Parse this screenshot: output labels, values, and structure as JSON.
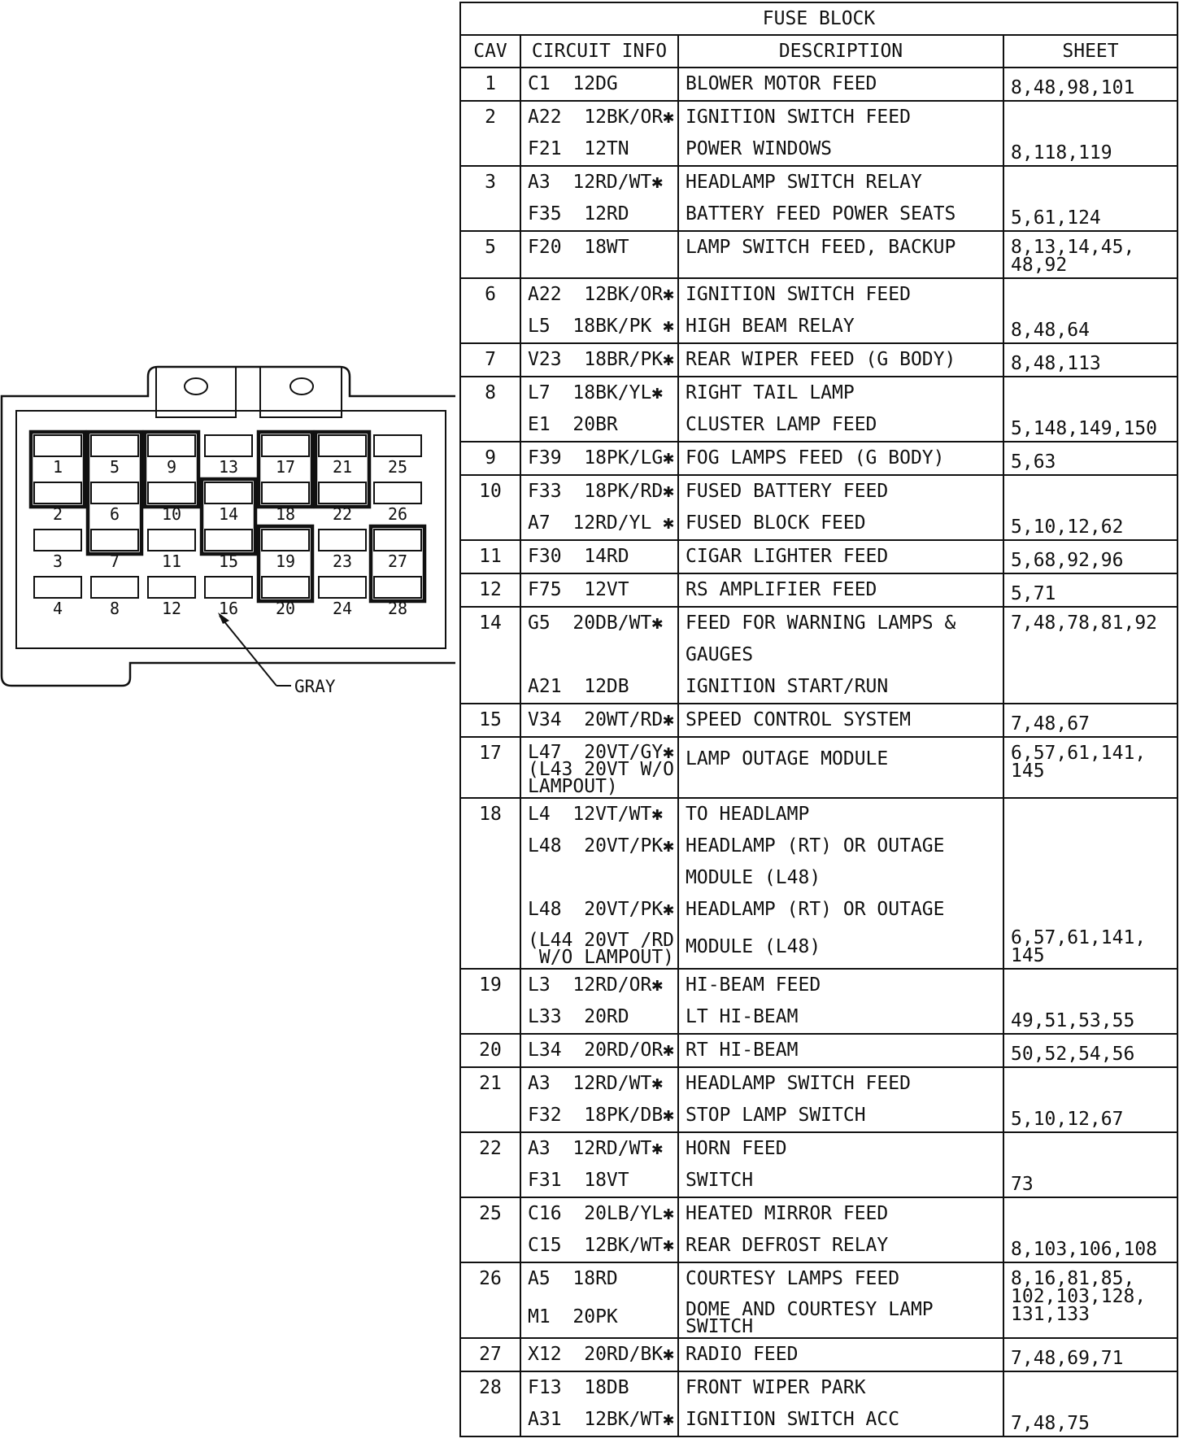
{
  "diagram": {
    "cavity_numbers": [
      "1",
      "2",
      "3",
      "4",
      "5",
      "6",
      "7",
      "8",
      "9",
      "10",
      "11",
      "12",
      "13",
      "14",
      "15",
      "16",
      "17",
      "18",
      "19",
      "20",
      "21",
      "22",
      "23",
      "24",
      "25",
      "26",
      "27",
      "28"
    ],
    "color_label": "GRAY"
  },
  "table": {
    "title": "FUSE BLOCK",
    "headers": {
      "cav": "CAV",
      "circuit": "CIRCUIT INFO",
      "description": "DESCRIPTION",
      "sheet": "SHEET"
    },
    "rows": [
      {
        "cav": "1",
        "lines": [
          {
            "circuit": "C1  12DG",
            "desc": "BLOWER MOTOR FEED"
          }
        ],
        "sheet": "8,48,98,101"
      },
      {
        "cav": "2",
        "lines": [
          {
            "circuit": "A22  12BK/OR✱",
            "desc": "IGNITION SWITCH FEED"
          },
          {
            "circuit": "F21  12TN",
            "desc": "POWER WINDOWS"
          }
        ],
        "sheet": "8,118,119"
      },
      {
        "cav": "3",
        "lines": [
          {
            "circuit": "A3  12RD/WT✱",
            "desc": "HEADLAMP SWITCH RELAY"
          },
          {
            "circuit": "F35  12RD",
            "desc": "BATTERY FEED POWER SEATS"
          }
        ],
        "sheet": "5,61,124"
      },
      {
        "cav": "5",
        "lines": [
          {
            "circuit": "F20  18WT",
            "desc": "LAMP SWITCH FEED, BACKUP"
          }
        ],
        "sheet": "8,13,14,45,\n48,92"
      },
      {
        "cav": "6",
        "lines": [
          {
            "circuit": "A22  12BK/OR✱",
            "desc": "IGNITION SWITCH FEED"
          },
          {
            "circuit": "L5  18BK/PK ✱",
            "desc": "HIGH BEAM RELAY"
          }
        ],
        "sheet": "8,48,64"
      },
      {
        "cav": "7",
        "lines": [
          {
            "circuit": "V23  18BR/PK✱",
            "desc": "REAR WIPER FEED (G BODY)"
          }
        ],
        "sheet": "8,48,113"
      },
      {
        "cav": "8",
        "lines": [
          {
            "circuit": "L7  18BK/YL✱",
            "desc": "RIGHT TAIL LAMP"
          },
          {
            "circuit": "E1  20BR",
            "desc": "CLUSTER LAMP FEED"
          }
        ],
        "sheet": "5,148,149,150"
      },
      {
        "cav": "9",
        "lines": [
          {
            "circuit": "F39  18PK/LG✱",
            "desc": "FOG LAMPS FEED (G BODY)"
          }
        ],
        "sheet": "5,63"
      },
      {
        "cav": "10",
        "lines": [
          {
            "circuit": "F33  18PK/RD✱",
            "desc": "FUSED BATTERY FEED"
          },
          {
            "circuit": "A7  12RD/YL ✱",
            "desc": "FUSED BLOCK FEED"
          }
        ],
        "sheet": "5,10,12,62"
      },
      {
        "cav": "11",
        "lines": [
          {
            "circuit": "F30  14RD",
            "desc": "CIGAR LIGHTER FEED"
          }
        ],
        "sheet": "5,68,92,96"
      },
      {
        "cav": "12",
        "lines": [
          {
            "circuit": "F75  12VT",
            "desc": "RS AMPLIFIER FEED"
          }
        ],
        "sheet": "5,71"
      },
      {
        "cav": "14",
        "lines": [
          {
            "circuit": "G5  20DB/WT✱",
            "desc": "FEED FOR WARNING LAMPS &"
          },
          {
            "circuit": "",
            "desc": "GAUGES"
          },
          {
            "circuit": "A21  12DB",
            "desc": "IGNITION START/RUN"
          }
        ],
        "sheet": "7,48,78,81,92",
        "sheet_top": true
      },
      {
        "cav": "15",
        "lines": [
          {
            "circuit": "V34  20WT/RD✱",
            "desc": "SPEED CONTROL SYSTEM"
          }
        ],
        "sheet": "7,48,67"
      },
      {
        "cav": "17",
        "lines": [
          {
            "circuit": "L47  20VT/GY✱\n(L43 20VT W/O\nLAMPOUT)",
            "desc": "LAMP OUTAGE MODULE"
          }
        ],
        "sheet": "6,57,61,141,\n145",
        "sheet_top": true
      },
      {
        "cav": "18",
        "lines": [
          {
            "circuit": "L4  12VT/WT✱",
            "desc": "TO HEADLAMP"
          },
          {
            "circuit": "L48  20VT/PK✱",
            "desc": "HEADLAMP (RT) OR OUTAGE"
          },
          {
            "circuit": "",
            "desc": "MODULE (L48)"
          },
          {
            "circuit": "L48  20VT/PK✱",
            "desc": "HEADLAMP (RT) OR OUTAGE"
          },
          {
            "circuit": "(L44 20VT /RD\n W/O LAMPOUT)",
            "desc": "MODULE (L48)"
          }
        ],
        "sheet": "6,57,61,141,\n145"
      },
      {
        "cav": "19",
        "lines": [
          {
            "circuit": "L3  12RD/OR✱",
            "desc": "HI-BEAM FEED"
          },
          {
            "circuit": "L33  20RD",
            "desc": "LT HI-BEAM"
          }
        ],
        "sheet": "49,51,53,55"
      },
      {
        "cav": "20",
        "lines": [
          {
            "circuit": "L34  20RD/OR✱",
            "desc": "RT HI-BEAM"
          }
        ],
        "sheet": "50,52,54,56"
      },
      {
        "cav": "21",
        "lines": [
          {
            "circuit": "A3  12RD/WT✱",
            "desc": "HEADLAMP SWITCH FEED"
          },
          {
            "circuit": "F32  18PK/DB✱",
            "desc": "STOP LAMP SWITCH"
          }
        ],
        "sheet": "5,10,12,67"
      },
      {
        "cav": "22",
        "lines": [
          {
            "circuit": "A3  12RD/WT✱",
            "desc": "HORN FEED"
          },
          {
            "circuit": "F31  18VT",
            "desc": "SWITCH"
          }
        ],
        "sheet": "73"
      },
      {
        "cav": "25",
        "lines": [
          {
            "circuit": "C16  20LB/YL✱",
            "desc": "HEATED MIRROR FEED"
          },
          {
            "circuit": "C15  12BK/WT✱",
            "desc": "REAR DEFROST RELAY"
          }
        ],
        "sheet": "8,103,106,108"
      },
      {
        "cav": "26",
        "lines": [
          {
            "circuit": "A5  18RD",
            "desc": "COURTESY LAMPS FEED"
          },
          {
            "circuit": "M1  20PK",
            "desc": "DOME AND COURTESY LAMP\nSWITCH"
          }
        ],
        "sheet": "8,16,81,85,\n102,103,128,\n131,133",
        "sheet_top": true
      },
      {
        "cav": "27",
        "lines": [
          {
            "circuit": "X12  20RD/BK✱",
            "desc": "RADIO FEED"
          }
        ],
        "sheet": "7,48,69,71"
      },
      {
        "cav": "28",
        "lines": [
          {
            "circuit": "F13  18DB",
            "desc": "FRONT WIPER PARK"
          },
          {
            "circuit": "A31  12BK/WT✱",
            "desc": "IGNITION SWITCH ACC"
          }
        ],
        "sheet": "7,48,75"
      }
    ]
  }
}
